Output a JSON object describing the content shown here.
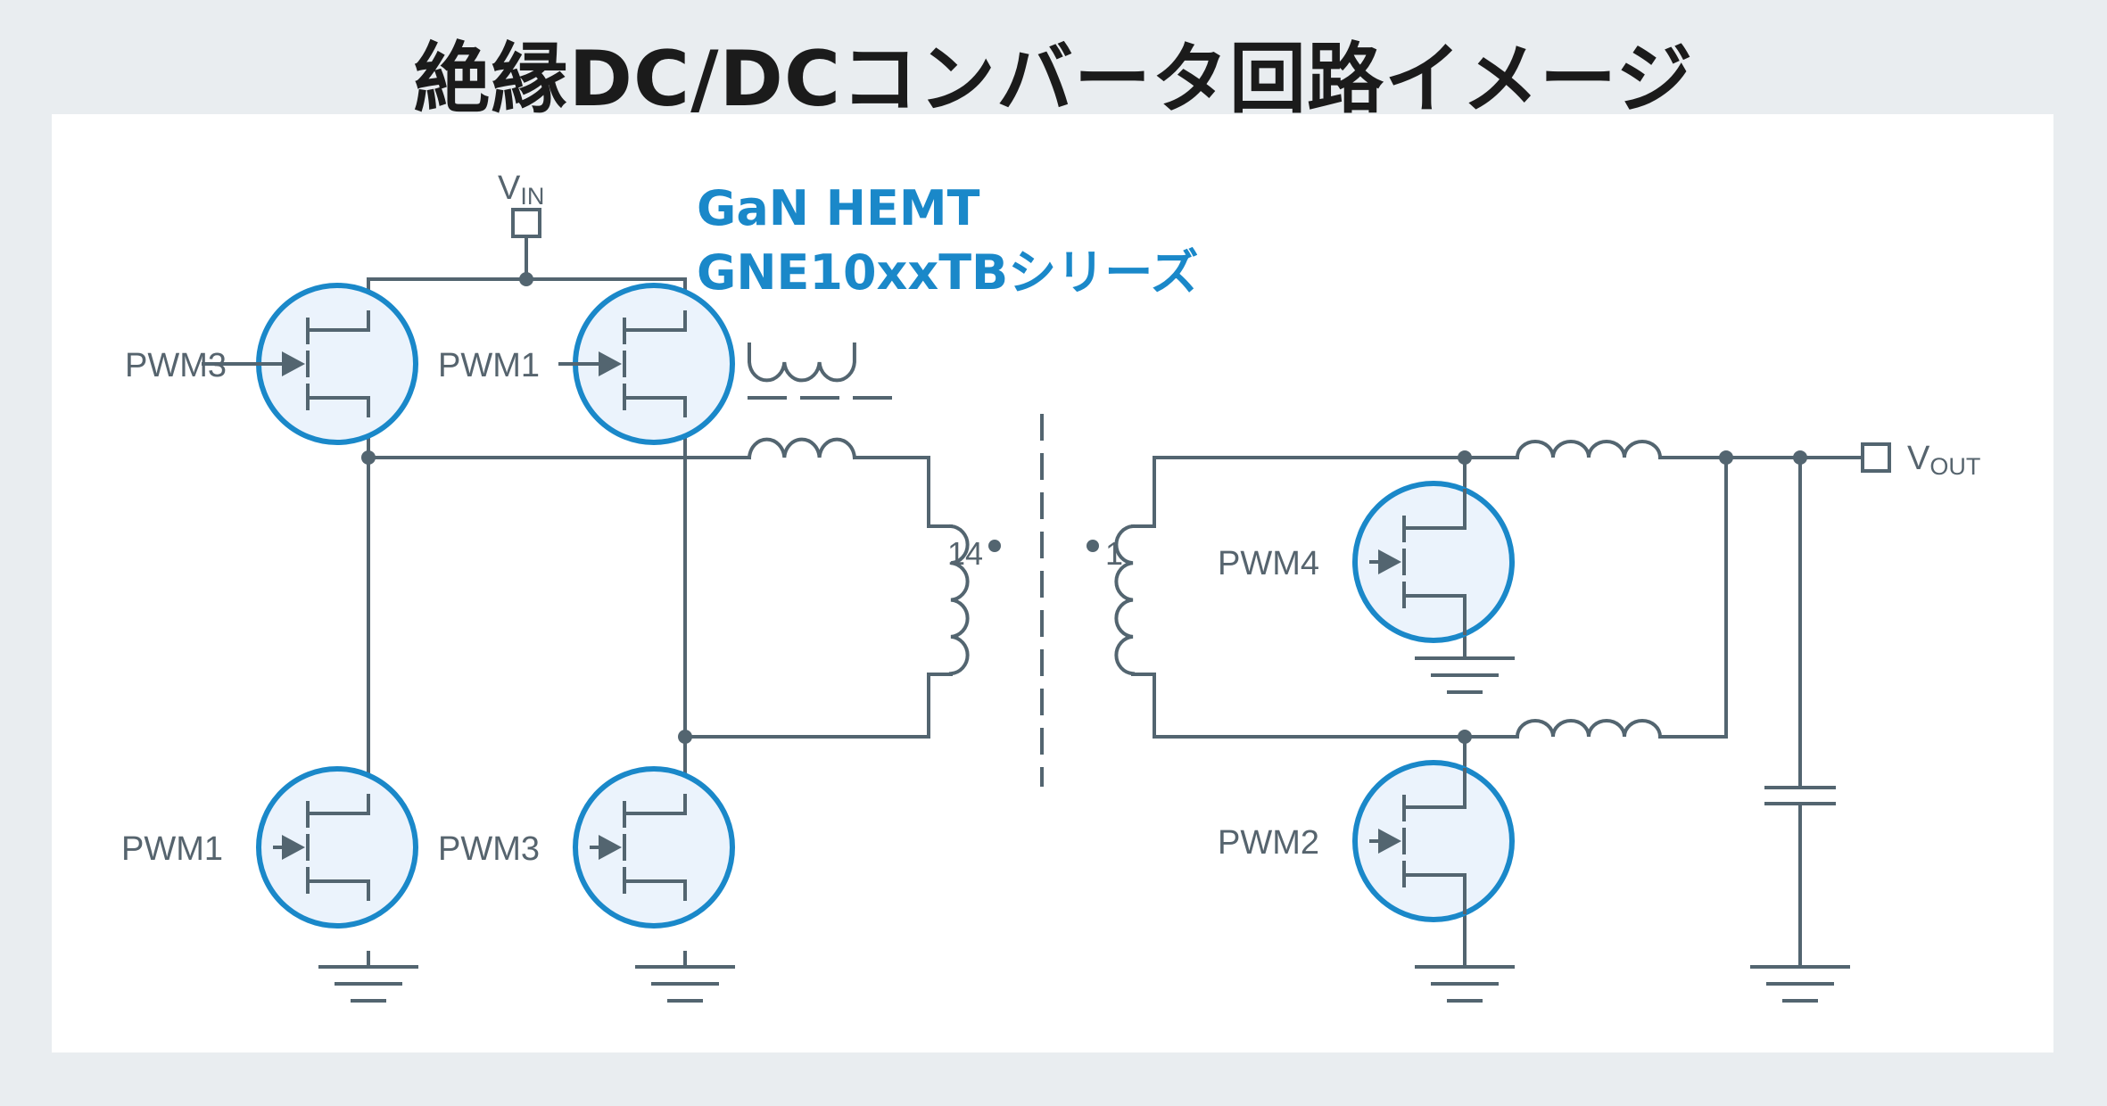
{
  "title": "絶縁DC/DCコンバータ回路イメージ",
  "callout": {
    "line1": "GaN HEMT",
    "line2": "GNE10xxTBシリーズ"
  },
  "labels": {
    "vin_main": "V",
    "vin_sub": "IN",
    "vout_main": "V",
    "vout_sub": "OUT",
    "pwm3_top": "PWM3",
    "pwm1_top": "PWM1",
    "pwm1_bottom": "PWM1",
    "pwm3_bottom": "PWM3",
    "pwm4": "PWM4",
    "pwm2": "PWM2",
    "pin_primary": "14",
    "pin_secondary": "1"
  },
  "colors": {
    "hemt_stroke": "#1a88c9",
    "hemt_fill": "#ebf3fc",
    "wire": "#536570",
    "callout": "#1a88c9"
  }
}
